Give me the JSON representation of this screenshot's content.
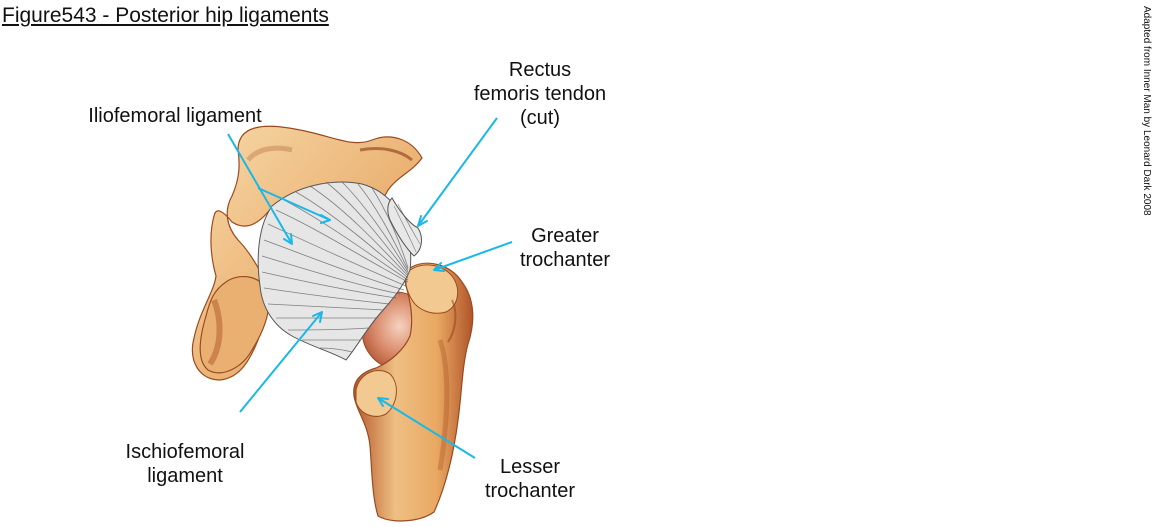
{
  "title": "Figure543 - Posterior hip ligaments",
  "credit": "Adapted from Inner Man by Leonard Dark 2008",
  "labels": {
    "rectus_femoris": {
      "lines": [
        "Rectus",
        "femoris tendon",
        "(cut)"
      ]
    },
    "iliofemoral": {
      "lines": [
        "Iliofemoral ligament"
      ]
    },
    "greater_trochanter": {
      "lines": [
        "Greater",
        "trochanter"
      ]
    },
    "ischiofemoral": {
      "lines": [
        "Ischiofemoral",
        "ligament"
      ]
    },
    "lesser_trochanter": {
      "lines": [
        "Lesser",
        "trochanter"
      ]
    }
  },
  "colors": {
    "leader_line": "#1ab8e8",
    "bone_light": "#f3c98c",
    "bone_mid": "#e8a45c",
    "bone_dark": "#b5582a",
    "ligament": "#e4e4e4",
    "ligament_fiber": "#555555"
  }
}
